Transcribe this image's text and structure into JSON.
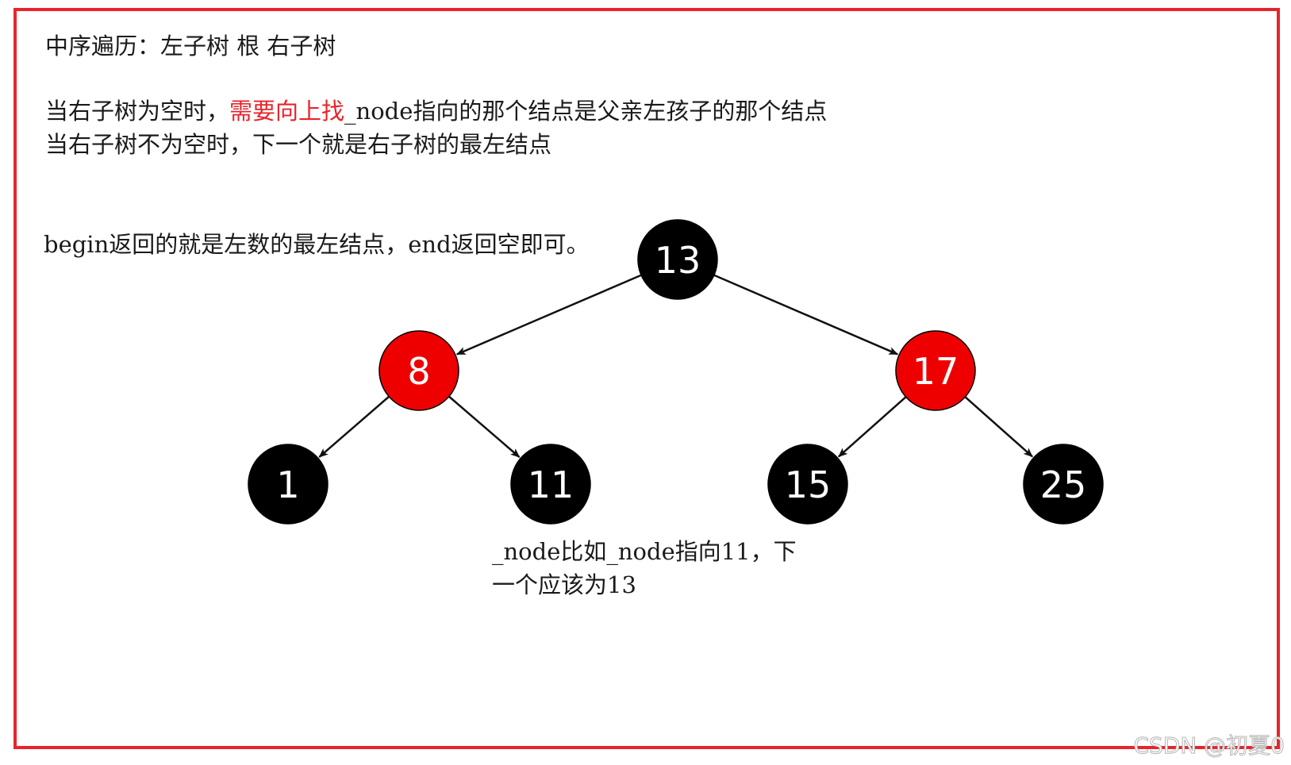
{
  "text": {
    "line1": "中序遍历：左子树 根 右子树",
    "line2_a": "当右子树为空时，",
    "line2_b": "需要向上找",
    "line2_c": "_node指向的那个结点是父亲左孩子的那个结点",
    "line3": "当右子树不为空时，下一个就是右子树的最左结点",
    "line4": "begin返回的就是左数的最左结点，end返回空即可。",
    "note_line1": "_node比如_node指向11，下",
    "note_line2": "一个应该为13"
  },
  "tree": {
    "nodes": [
      {
        "id": "n13",
        "label": "13",
        "color": "black"
      },
      {
        "id": "n8",
        "label": "8",
        "color": "red"
      },
      {
        "id": "n17",
        "label": "17",
        "color": "red"
      },
      {
        "id": "n1",
        "label": "1",
        "color": "black"
      },
      {
        "id": "n11",
        "label": "11",
        "color": "black"
      },
      {
        "id": "n15",
        "label": "15",
        "color": "black"
      },
      {
        "id": "n25",
        "label": "25",
        "color": "black"
      }
    ],
    "edges": [
      {
        "from": "n13",
        "to": "n8"
      },
      {
        "from": "n13",
        "to": "n17"
      },
      {
        "from": "n8",
        "to": "n1"
      },
      {
        "from": "n8",
        "to": "n11"
      },
      {
        "from": "n17",
        "to": "n15"
      },
      {
        "from": "n17",
        "to": "n25"
      }
    ]
  },
  "colors": {
    "red_node": "#ef0000",
    "black_node": "#000000",
    "frame": "#e8242b",
    "highlight_text": "#e8242b"
  },
  "watermark": "CSDN @初夏0"
}
